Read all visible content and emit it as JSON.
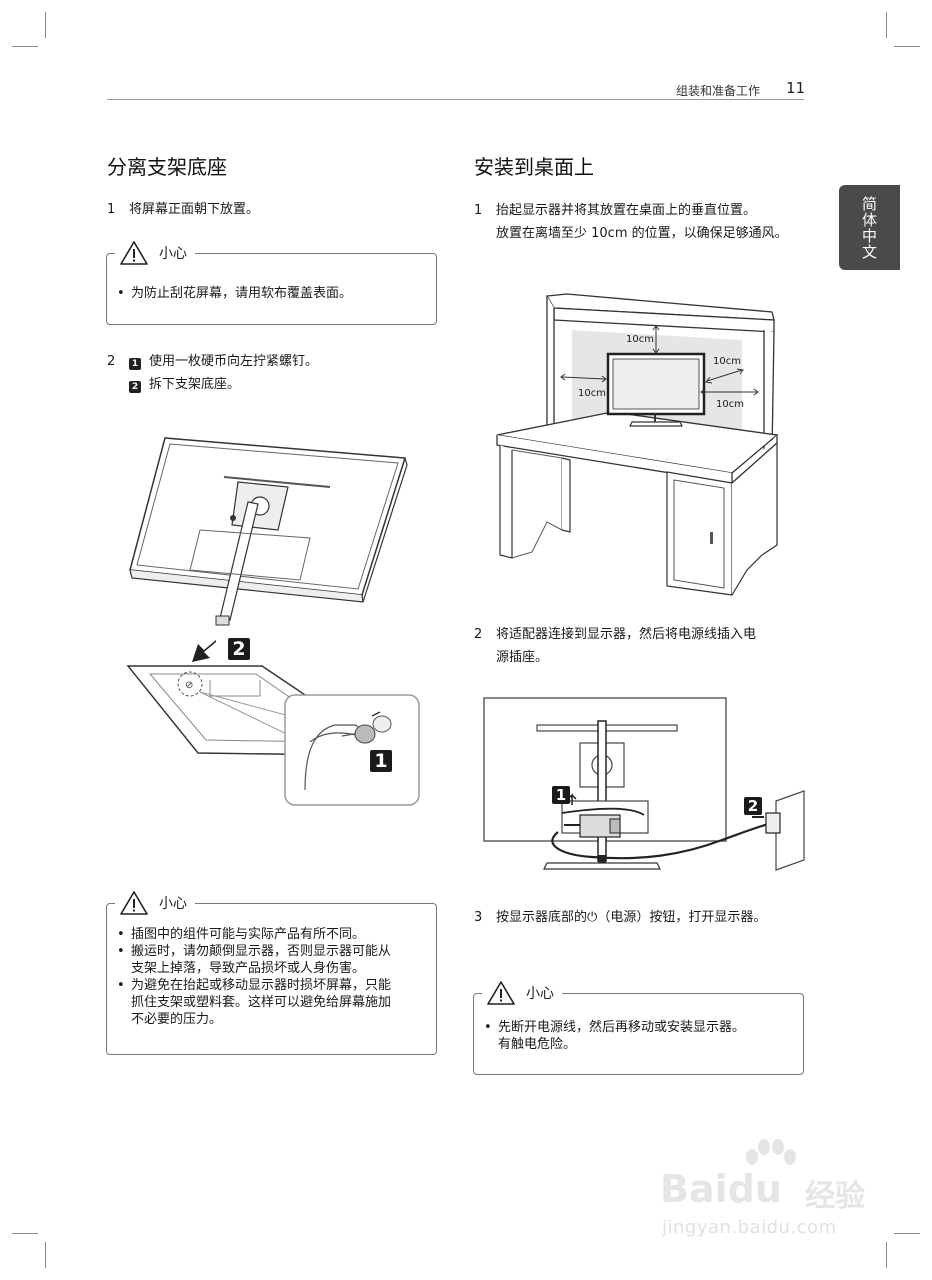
{
  "header": {
    "section_title": "组装和准备工作",
    "page_number": "11"
  },
  "lang_tab": "简体中文",
  "left": {
    "heading": "分离支架底座",
    "step1": {
      "num": "1",
      "text": "将屏幕正面朝下放置。"
    },
    "caution1": {
      "label": "小心",
      "items": [
        "为防止刮花屏幕，请用软布覆盖表面。"
      ]
    },
    "step2": {
      "num": "2",
      "sub1_mark": "1",
      "sub1": "使用一枚硬币向左拧紧螺钉。",
      "sub2_mark": "2",
      "sub2": "拆下支架底座。"
    },
    "figure_marks": {
      "two": "2",
      "one": "1"
    },
    "caution2": {
      "label": "小心",
      "items": [
        [
          "插图中的组件可能与实际产品有所不同。"
        ],
        [
          "搬运时，请勿颠倒显示器，否则显示器可能从",
          "支架上掉落，导致产品损坏或人身伤害。"
        ],
        [
          "为避免在抬起或移动显示器时损坏屏幕，只能",
          "抓住支架或塑料套。这样可以避免给屏幕施加",
          "不必要的压力。"
        ]
      ]
    }
  },
  "right": {
    "heading": "安装到桌面上",
    "step1": {
      "num": "1",
      "line1": "抬起显示器并将其放置在桌面上的垂直位置。",
      "line2": "放置在离墙至少 10cm 的位置，以确保足够通风。"
    },
    "desk_labels": {
      "top": "10cm",
      "left": "10cm",
      "right_upper": "10cm",
      "right_lower": "10cm"
    },
    "step2": {
      "num": "2",
      "line1": "将适配器连接到显示器，然后将电源线插入电",
      "line2": "源插座。"
    },
    "figure_marks": {
      "one": "1",
      "two": "2"
    },
    "step3": {
      "num": "3",
      "text_before": "按显示器底部的",
      "power_symbol": "⏻",
      "text_after": "（电源）按钮，打开显示器。"
    },
    "caution3": {
      "label": "小心",
      "items": [
        [
          "先断开电源线，然后再移动或安装显示器。",
          "有触电危险。"
        ]
      ]
    }
  },
  "watermark": {
    "brand": "Bai",
    "brand_2": "du",
    "brand_cn": "经验",
    "url": "jingyan.baidu.com"
  }
}
